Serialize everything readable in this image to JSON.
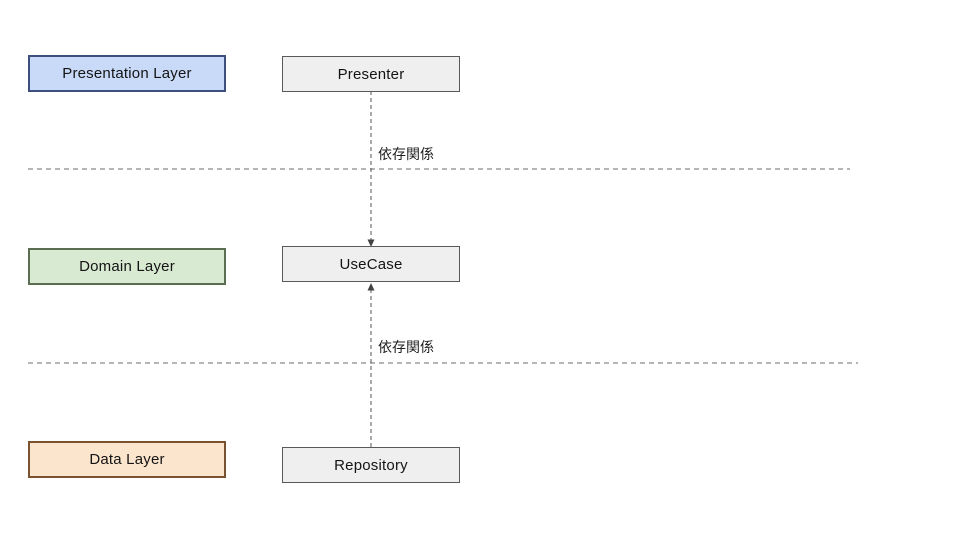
{
  "diagram": {
    "title": "layered-architecture-dependency-diagram",
    "layers": [
      {
        "id": "presentation",
        "label": "Presentation Layer",
        "fill": "#c9daf8",
        "border": "#3d4f7d",
        "component": "Presenter"
      },
      {
        "id": "domain",
        "label": "Domain Layer",
        "fill": "#d9ead3",
        "border": "#5b6e51",
        "component": "UseCase"
      },
      {
        "id": "data",
        "label": "Data Layer",
        "fill": "#fce5cd",
        "border": "#7a5230",
        "component": "Repository"
      }
    ],
    "component_box": {
      "fill": "#efefef",
      "border": "#595959"
    },
    "connections": [
      {
        "from": "Presenter",
        "to": "UseCase",
        "direction": "down",
        "label": "依存関係",
        "style": "dashed"
      },
      {
        "from": "Repository",
        "to": "UseCase",
        "direction": "up",
        "label": "依存関係",
        "style": "dashed"
      }
    ],
    "boundary_lines": {
      "count": 2,
      "style": "dashed",
      "color": "#6b6b6b"
    }
  }
}
